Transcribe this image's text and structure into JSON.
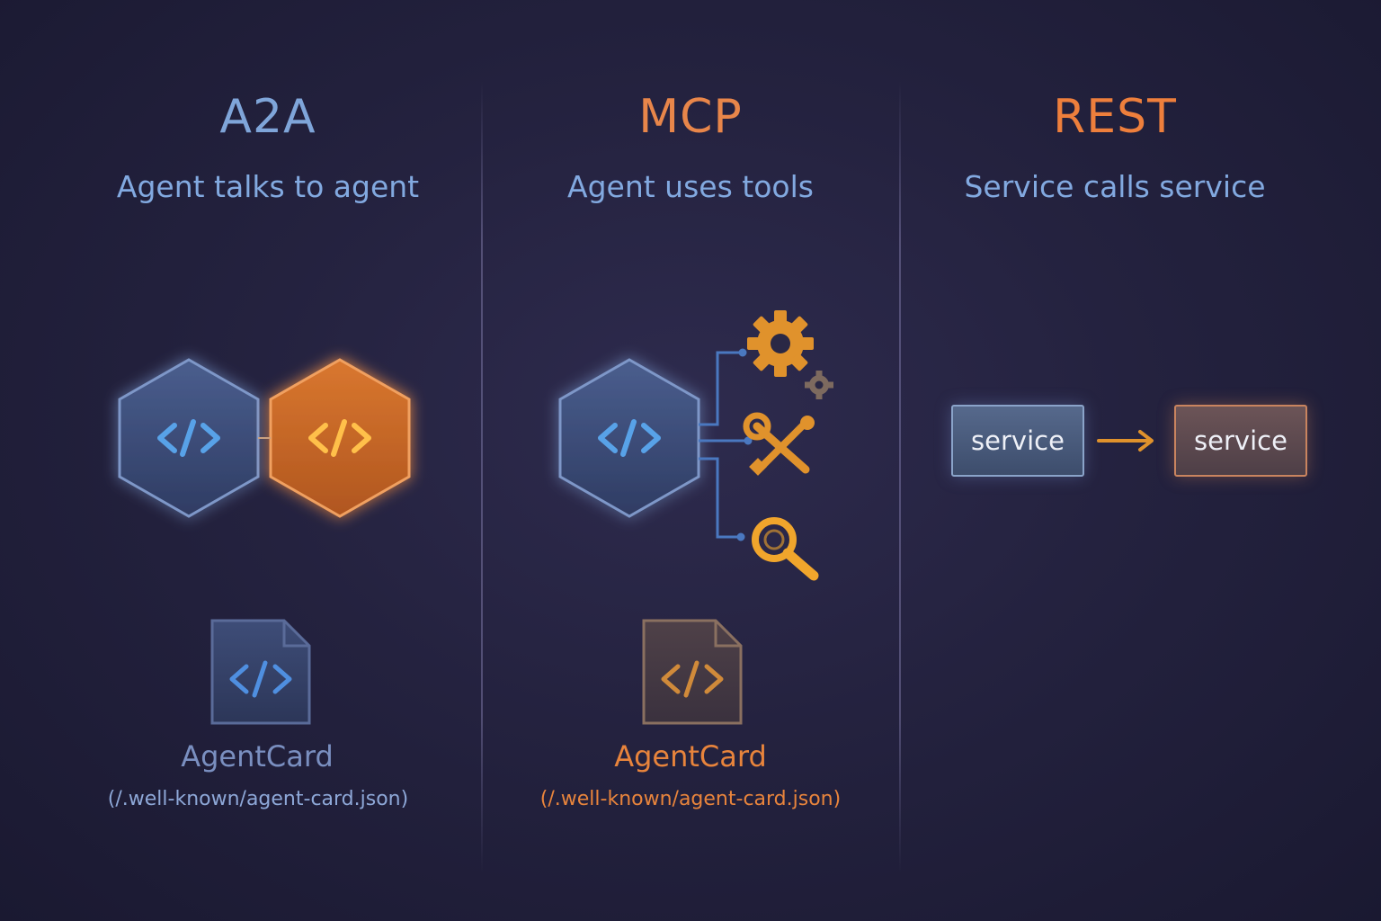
{
  "columns": [
    {
      "title": "A2A",
      "subtitle": "Agent talks to agent",
      "card": {
        "label": "AgentCard",
        "path": "(/.well-known/agent-card.json)"
      },
      "icons": [
        "code-hexagon-icon",
        "code-hexagon-icon",
        "code-file-icon"
      ]
    },
    {
      "title": "MCP",
      "subtitle": "Agent uses tools",
      "card": {
        "label": "AgentCard",
        "path": "(/.well-known/agent-card.json)"
      },
      "icons": [
        "code-hexagon-icon",
        "gear-icon",
        "tools-icon",
        "magnifier-icon",
        "code-file-icon"
      ]
    },
    {
      "title": "REST",
      "subtitle": "Service calls service",
      "services": [
        "service",
        "service"
      ],
      "icons": [
        "arrow-right-icon"
      ]
    }
  ],
  "colors": {
    "blue": "#7fa5d9",
    "orange": "#e8864a",
    "background": "#24223f"
  }
}
